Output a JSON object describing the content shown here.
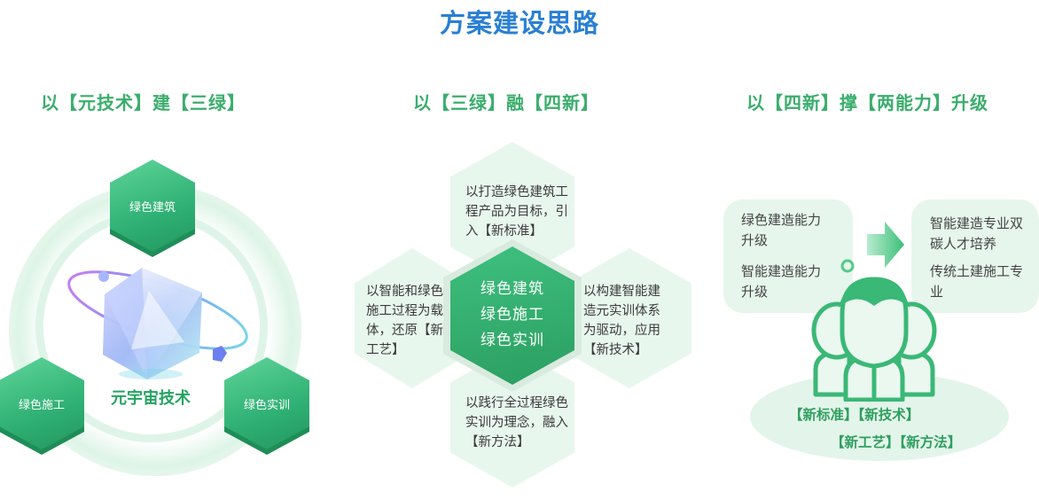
{
  "title": "方案建设思路",
  "section1": {
    "title": "以【元技术】建【三绿】",
    "hex_top": "绿色建筑",
    "hex_left": "绿色施工",
    "hex_right": "绿色实训",
    "center_label": "元宇宙技术"
  },
  "section2": {
    "title": "以【三绿】融【四新】",
    "center_lines": [
      "绿色建筑",
      "绿色施工",
      "绿色实训"
    ],
    "top_text": "以打造绿色建筑工程产品为目标，引入【新标准】",
    "left_text": "以智能和绿色施工过程为载体，还原【新工艺】",
    "right_text": "以构建智能建造元实训体系为驱动，应用【新技术】",
    "bottom_text": "以践行全过程绿色实训为理念，融入【新方法】"
  },
  "section3": {
    "title": "以【四新】撑【两能力】升级",
    "left_bubble": [
      "绿色建造能力升级",
      "智能建造能力升级"
    ],
    "right_bubble": [
      "智能建造专业双碳人才培养",
      "传统土建施工专业"
    ],
    "tags_line1": "【新标准】【新技术】",
    "tags_line2": "【新工艺】【新方法】"
  },
  "colors": {
    "title_blue": "#2a7fd4",
    "accent_green": "#3aae6c",
    "light_green": "#e8f7ee"
  }
}
